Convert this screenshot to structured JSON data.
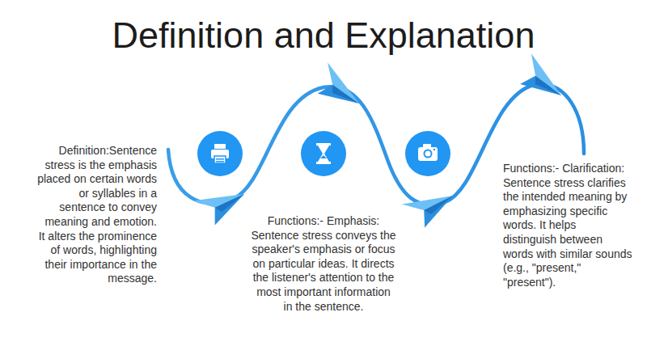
{
  "diagram": {
    "title": "Definition and Explanation",
    "labels": [
      "Definition:Sentence stress is the emphasis placed on certain words or syllables in a sentence to convey meaning and emotion. It alters the prominence of words, highlighting their importance in the message.",
      "Functions:- Emphasis: Sentence stress conveys the speaker's emphasis or focus on particular ideas. It directs the listener's attention to the most important information in the sentence.",
      "Functions:- Clarification: Sentence stress clarifies the intended meaning by emphasizing specific words. It helps distinguish between words with similar sounds (e.g., \"present,\" \"present\")."
    ]
  }
}
